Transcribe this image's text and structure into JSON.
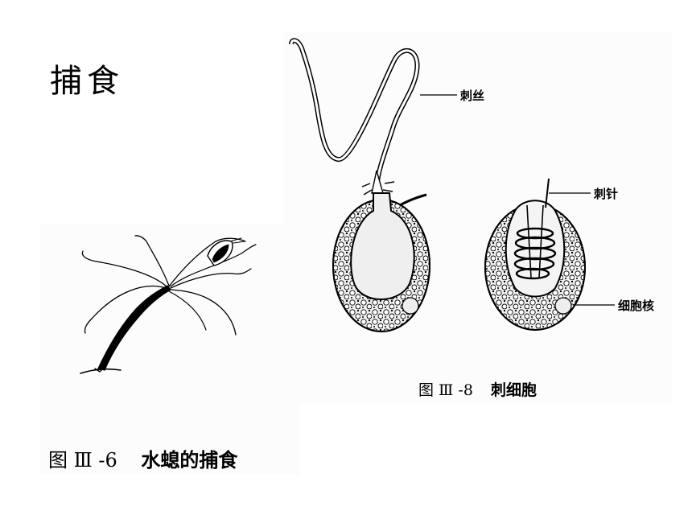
{
  "title": "捕食",
  "figure_left": {
    "caption_prefix": "图 Ⅲ -6",
    "caption_text": "水螅的捕食"
  },
  "figure_right": {
    "caption_prefix": "图 Ⅲ -8",
    "caption_text": "刺细胞",
    "labels": {
      "thread": "刺丝",
      "needle": "刺针",
      "nucleus": "细胞核"
    }
  }
}
